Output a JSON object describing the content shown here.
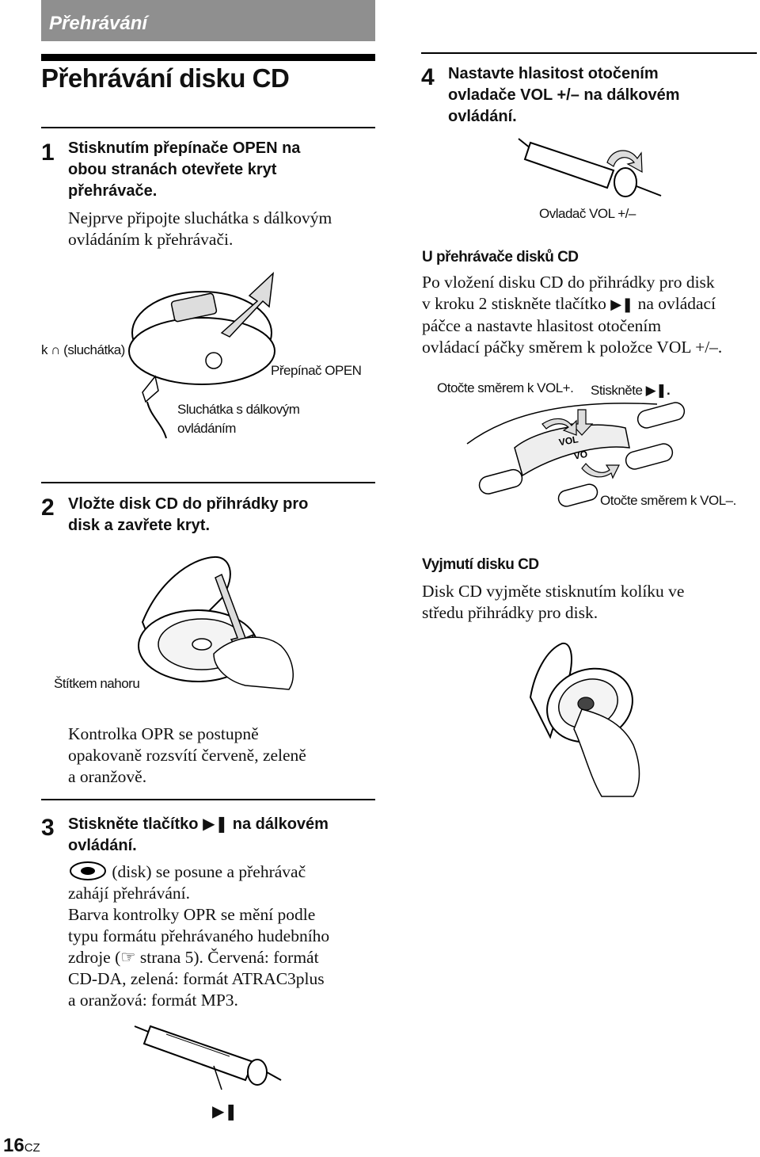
{
  "header": {
    "section": "Přehrávání"
  },
  "title": "Přehrávání disku CD",
  "step1": {
    "number": "1",
    "heading": [
      "Stisknutím přepínače OPEN na",
      "obou stranách otevřete kryt",
      "přehrávače."
    ],
    "body": [
      "Nejprve připojte sluchátka s dálkovým",
      "ovládáním k přehrávači."
    ],
    "label_headphones": "k ∩ (sluchátka)",
    "label_open": "Přepínač OPEN",
    "label_earphones": [
      "Sluchátka s dálkovým",
      "ovládáním"
    ]
  },
  "step2": {
    "number": "2",
    "heading": [
      "Vložte disk CD do přihrádky pro",
      "disk a zavřete kryt."
    ],
    "label_side": "Štítkem nahoru",
    "body": [
      "Kontrolka OPR se postupně",
      "opakovaně rozsvítí červeně, zeleně",
      "a oranžově."
    ]
  },
  "step3": {
    "number": "3",
    "heading_pre": "Stiskněte tlačítko",
    "heading_post": "na dálkovém",
    "heading_line2": "ovládání.",
    "body": [
      "(disk) se posune a přehrávač",
      "zahájí přehrávání.",
      "Barva kontrolky OPR se mění podle",
      "typu formátu přehrávaného hudebního"
    ],
    "ref_pre": "zdroje (",
    "ref_post": "strana 5). Červená: formát",
    "body2": [
      "CD-DA, zelená: formát ATRAC3plus",
      "a oranžová: formát MP3."
    ]
  },
  "step4": {
    "number": "4",
    "heading": [
      "Nastavte hlasitost otočením",
      "ovladače VOL +/– na dálkovém",
      "ovládání."
    ],
    "label_vol": "Ovladač VOL +/–"
  },
  "cd_player": {
    "heading": "U přehrávače disků CD",
    "line1": "Po vložení disku CD do přihrádky pro disk",
    "line2_pre": "v kroku 2 stiskněte tlačítko",
    "line2_post": "na ovládací",
    "line3": "páčce a nastavte hlasitost otočením",
    "line4": "ovládací páčky směrem k položce VOL +/–.",
    "label_turn_plus": "Otočte směrem k VOL+.",
    "label_press": "Stiskněte",
    "label_turn_minus": "Otočte směrem k VOL–.",
    "lever_text1": "VOL",
    "lever_text2": "VO"
  },
  "remove": {
    "heading": "Vyjmutí disku CD",
    "body": [
      "Disk CD vyjměte stisknutím kolíku ve",
      "středu přihrádky pro disk."
    ]
  },
  "footer": {
    "page": "16",
    "lang": "CZ"
  }
}
